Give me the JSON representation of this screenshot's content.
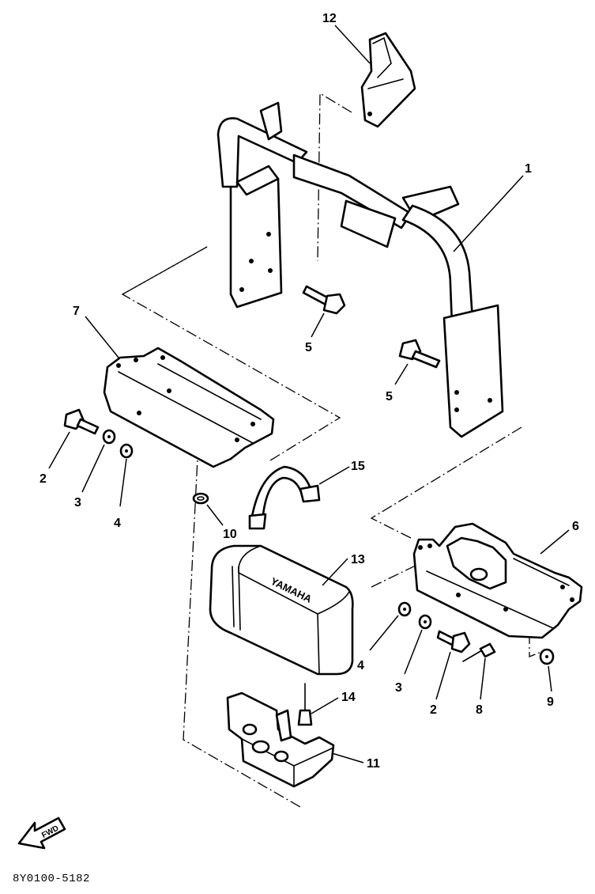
{
  "callouts": [
    {
      "id": "1",
      "label": "1"
    },
    {
      "id": "2a",
      "label": "2"
    },
    {
      "id": "2b",
      "label": "2"
    },
    {
      "id": "3a",
      "label": "3"
    },
    {
      "id": "3b",
      "label": "3"
    },
    {
      "id": "4a",
      "label": "4"
    },
    {
      "id": "4b",
      "label": "4"
    },
    {
      "id": "5a",
      "label": "5"
    },
    {
      "id": "5b",
      "label": "5"
    },
    {
      "id": "6",
      "label": "6"
    },
    {
      "id": "7",
      "label": "7"
    },
    {
      "id": "8",
      "label": "8"
    },
    {
      "id": "9",
      "label": "9"
    },
    {
      "id": "10",
      "label": "10"
    },
    {
      "id": "11",
      "label": "11"
    },
    {
      "id": "12",
      "label": "12"
    },
    {
      "id": "13",
      "label": "13"
    },
    {
      "id": "14",
      "label": "14"
    },
    {
      "id": "15",
      "label": "15"
    }
  ],
  "battery_brand": "YAMAHA",
  "fwd_label": "FWD",
  "diagram_code": "8Y0100-5182"
}
